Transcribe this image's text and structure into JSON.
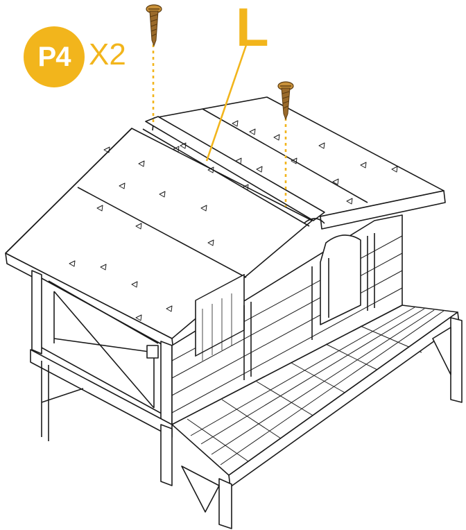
{
  "step": {
    "part_code": "P4",
    "quantity": "X2",
    "part_label": "L"
  },
  "colors": {
    "accent": "#F2B51C",
    "line": "#1a1a1a",
    "screw": "#9a6a2a"
  },
  "icons": {
    "screw": "screw-icon",
    "roof_panel": "roof-panel-icon"
  }
}
